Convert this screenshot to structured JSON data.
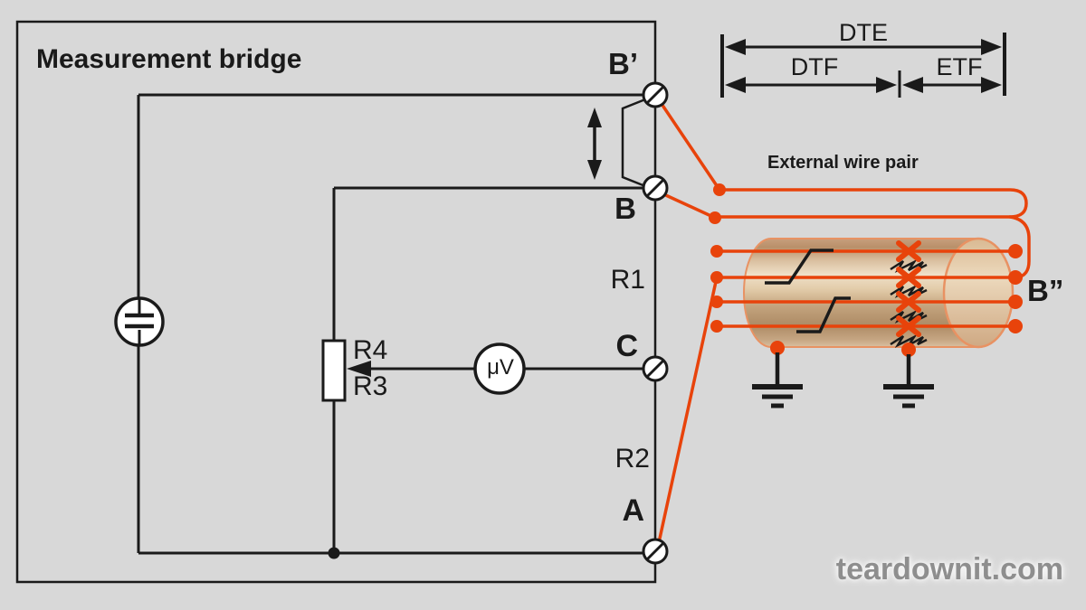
{
  "title": "Measurement bridge",
  "watermark": "teardownit.com",
  "colors": {
    "background": "#d8d8d8",
    "line": "#1a1a1a",
    "wire": "#e8430b",
    "cable_outline": "#e89263",
    "watermark": "#8e8e8e"
  },
  "dimension_ruler": {
    "full_span": "DTE",
    "left_span": "DTF",
    "right_span": "ETF"
  },
  "bridge": {
    "terminals": [
      {
        "label": "B’"
      },
      {
        "label": "B"
      },
      {
        "label": "C"
      },
      {
        "label": "A"
      }
    ],
    "resistors": {
      "r1": "R1",
      "r2": "R2",
      "r3": "R3",
      "r4": "R4"
    },
    "meter": "μV"
  },
  "cable": {
    "label": "External wire pair",
    "far_end": "B”"
  }
}
